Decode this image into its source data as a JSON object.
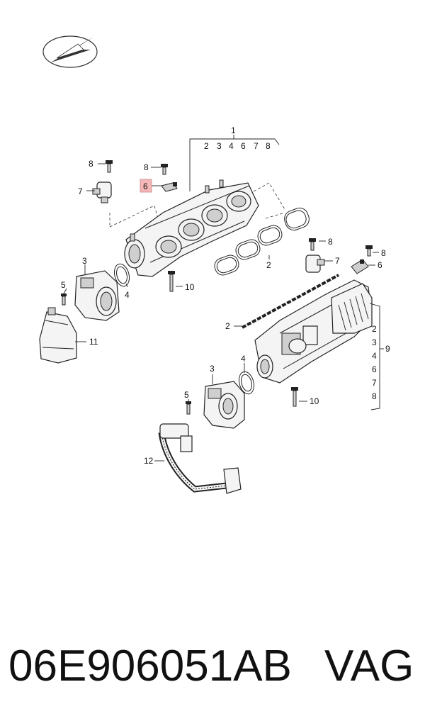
{
  "callouts": {
    "c1": "1",
    "group_top": [
      "2",
      "3",
      "4",
      "6",
      "7",
      "8"
    ],
    "c8_a": "8",
    "c7_a": "7",
    "c8_b": "8",
    "c6_hl": "6",
    "c2_a": "2",
    "c10_a": "10",
    "c3_a": "3",
    "c5_a": "5",
    "c4_a": "4",
    "c11": "11",
    "c8_c": "8",
    "c7_b": "7",
    "c8_d": "8",
    "c6_b": "6",
    "c2_b": "2",
    "group_right": [
      "2",
      "3",
      "4",
      "6",
      "7",
      "8"
    ],
    "c9": "9",
    "c3_b": "3",
    "c4_b": "4",
    "c5_b": "5",
    "c10_b": "10",
    "c12": "12"
  },
  "highlight_color": "#f4b6b6",
  "footer": {
    "part_number": "06E906051AB",
    "brand": "VAG"
  }
}
